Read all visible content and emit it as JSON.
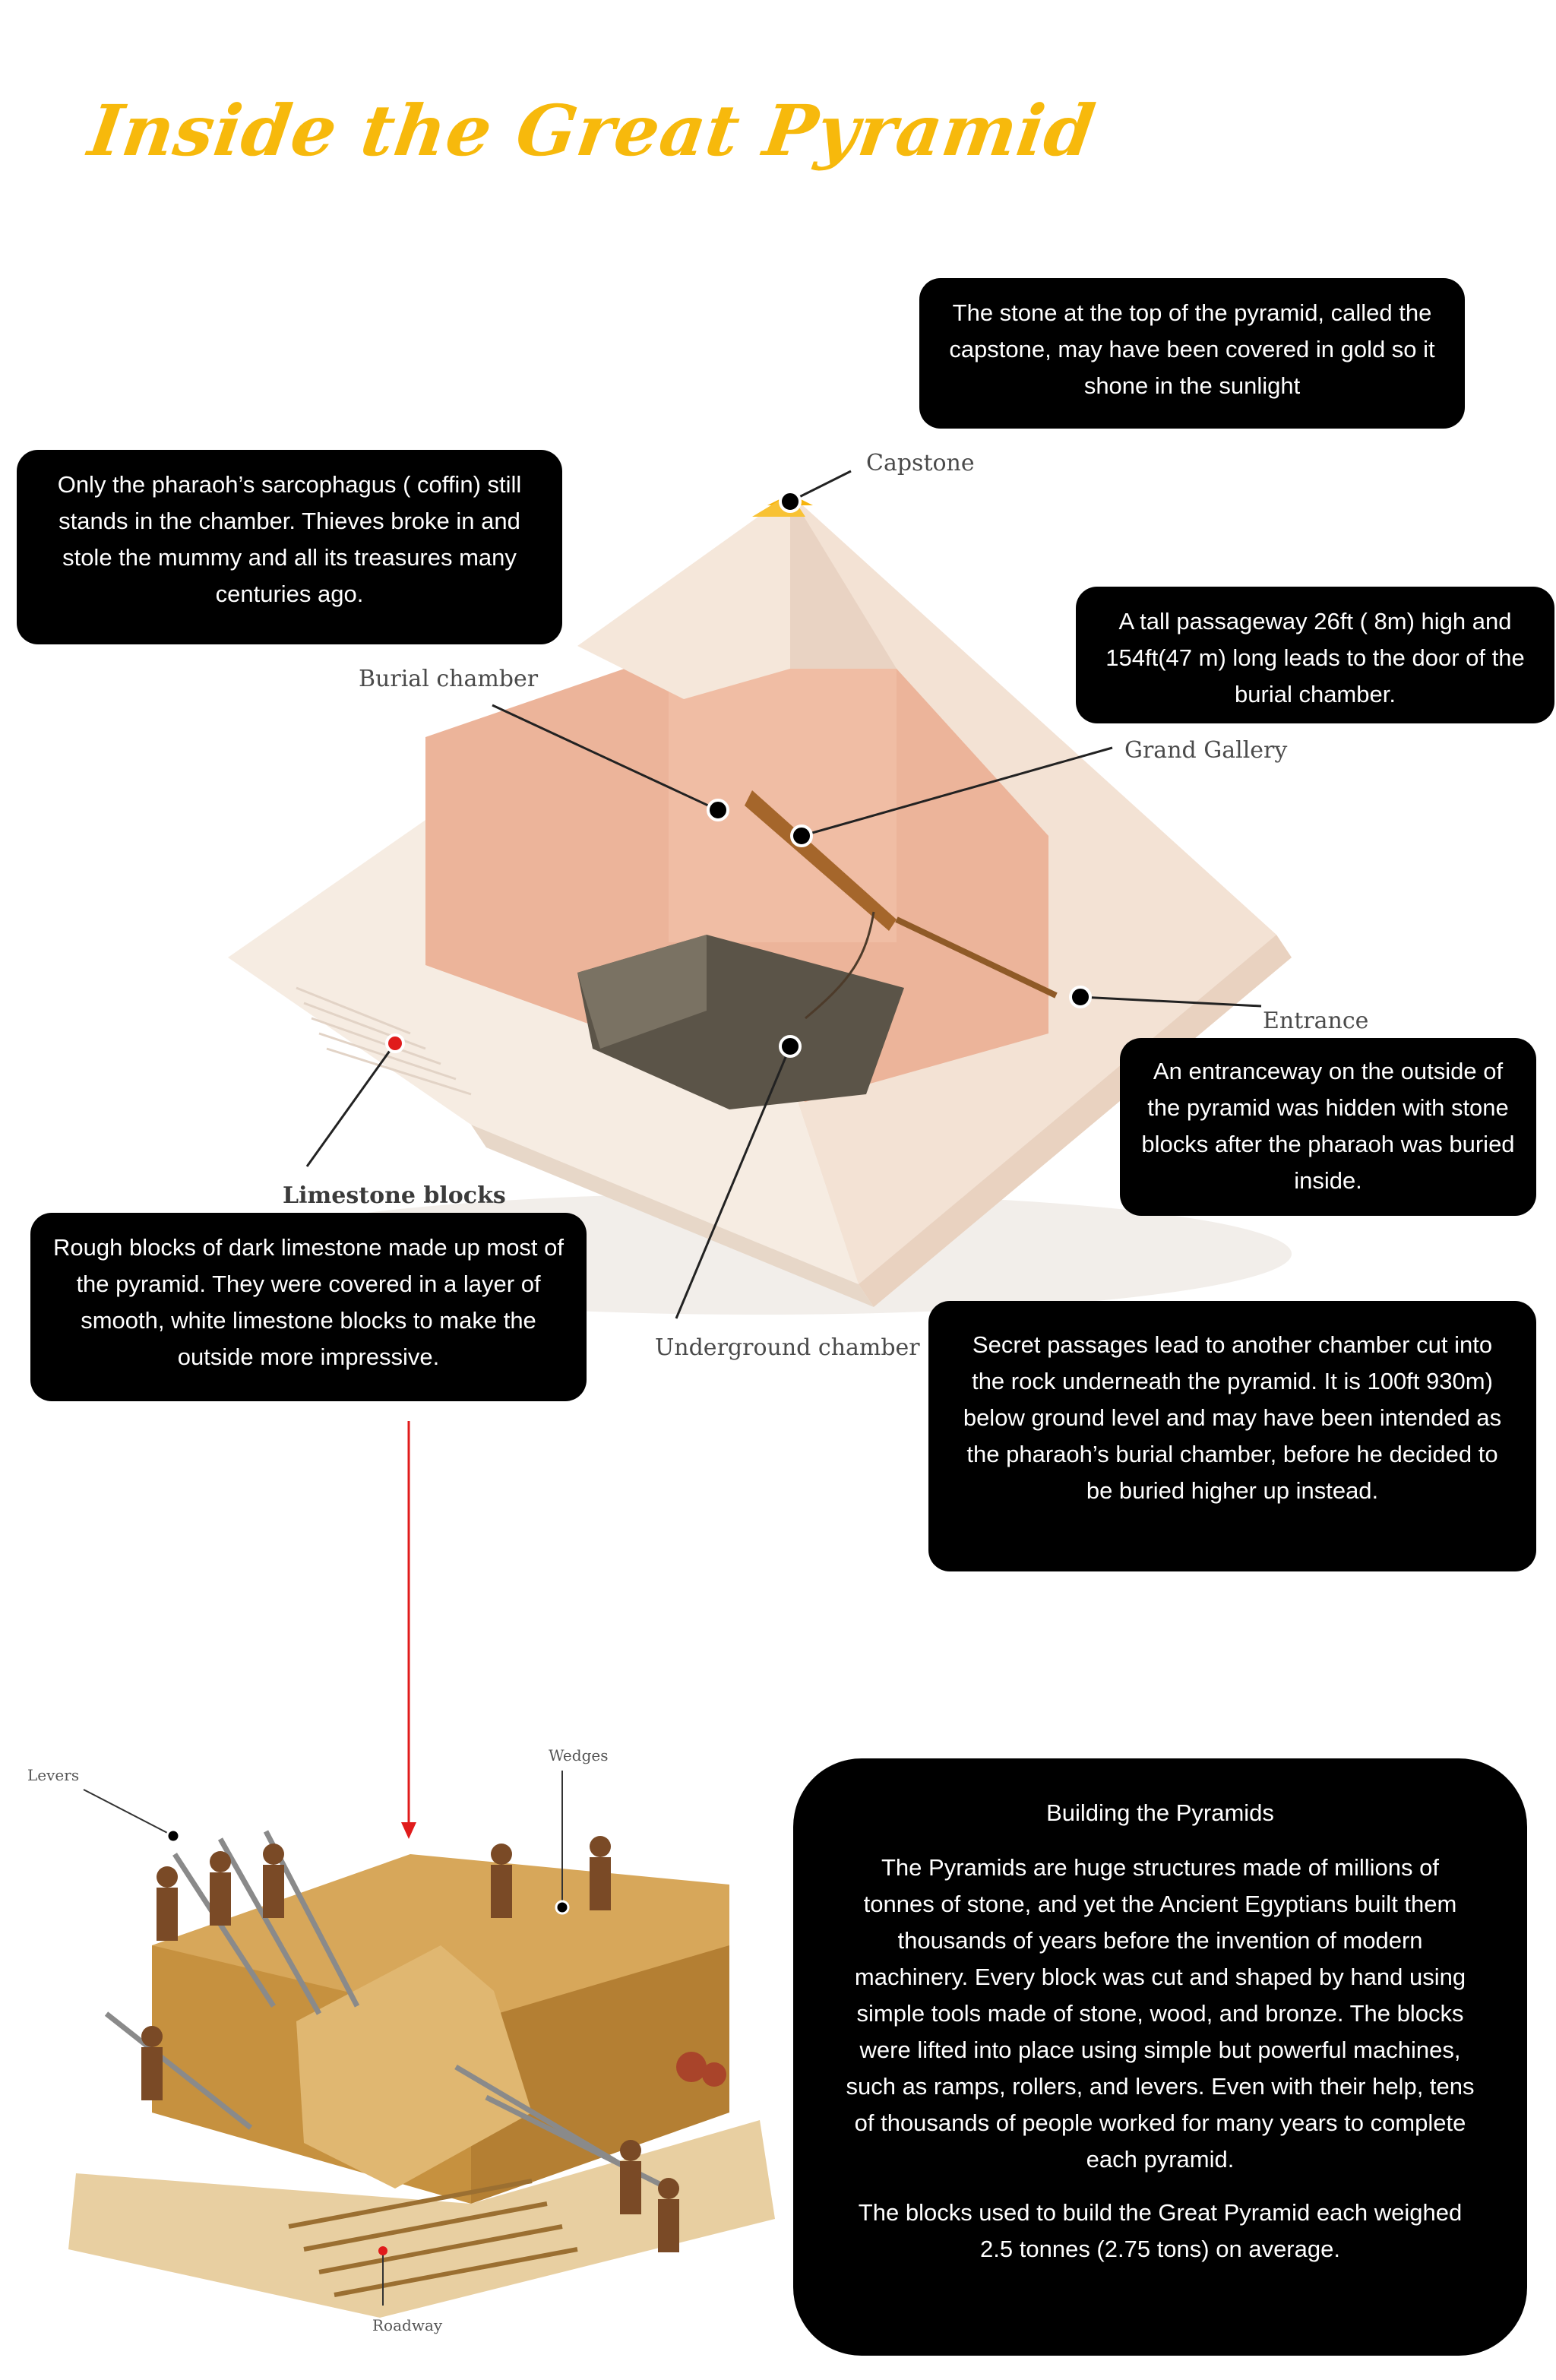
{
  "title": "Inside the Great Pyramid",
  "labels": {
    "capstone": "Capstone",
    "burial_chamber": "Burial chamber",
    "grand_gallery": "Grand Gallery",
    "entrance": "Entrance",
    "limestone_blocks": "Limestone blocks",
    "underground_chamber": "Underground chamber",
    "levers": "Levers",
    "wedges": "Wedges",
    "roadway": "Roadway"
  },
  "boxes": {
    "capstone": "The stone at the top of the pyramid, called the capstone, may have been covered in gold so it shone in the sunlight",
    "sarcophagus": "Only the pharaoh’s sarcophagus ( coffin) still stands in the chamber. Thieves broke in and stole the mummy and all its treasures many centuries ago.",
    "passageway": "A tall passageway 26ft ( 8m) high and 154ft(47 m) long leads to the door of the burial chamber.",
    "entranceway": "An entranceway on the outside of the pyramid was hidden with stone blocks after the pharaoh was buried inside.",
    "limestone": "Rough blocks of dark limestone made up most of the pyramid. They were covered in a layer of smooth, white limestone blocks to make the outside more impressive.",
    "secret": "Secret passages lead to another chamber cut into the rock underneath the pyramid. It is 100ft 930m) below ground level and may have been intended as the pharaoh’s burial chamber, before he decided to be buried higher up instead."
  },
  "building": {
    "title": "Building the Pyramids",
    "paragraph1": "The Pyramids are huge structures made of millions of tonnes of stone, and yet the Ancient Egyptians built them thousands of years before the invention of modern machinery. Every block was cut and shaped by hand using simple tools made of stone, wood, and bronze. The blocks were lifted into place using simple but powerful machines, such as ramps, rollers, and levers. Even with their help, tens of thousands of people worked for many years to complete each pyramid.",
    "paragraph2": "The blocks used to build the Great Pyramid each weighed 2.5 tonnes (2.75 tons) on average."
  }
}
